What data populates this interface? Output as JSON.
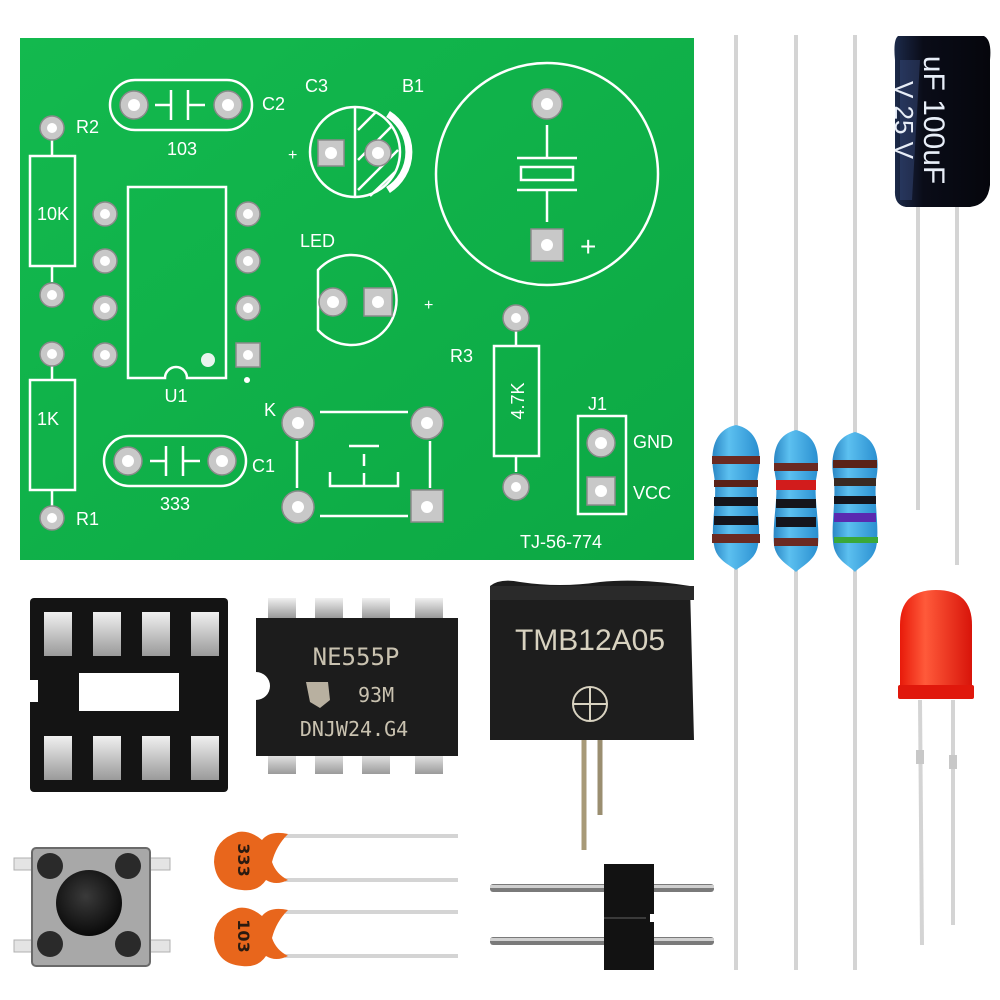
{
  "scene": {
    "description": "555 timer buzzer DIY electronic kit components",
    "background_color": "#ffffff"
  },
  "pcb": {
    "board_color": "#0fb34a",
    "silkscreen_color": "#ffffff",
    "board_code": "TJ-56-774",
    "labels": {
      "r2": "R2",
      "r2_value": "10K",
      "r1": "R1",
      "r1_value": "1K",
      "r3": "R3",
      "r3_value": "4.7K",
      "c2": "C2",
      "c2_value": "103",
      "c1": "C1",
      "c1_value": "333",
      "c3": "C3",
      "b1": "B1",
      "led": "LED",
      "u1": "U1",
      "k": "K",
      "j1": "J1",
      "gnd": "GND",
      "vcc": "VCC",
      "plus": "+"
    }
  },
  "components": {
    "electrolytic_capacitor": {
      "line1": "uF 100uF",
      "line2": "V 25 V",
      "color": "#0b0d1a"
    },
    "resistors": [
      {
        "name": "resistor-1",
        "bands": [
          "#6b2a22",
          "#5a2218",
          "#15151c",
          "#15151c",
          "#6b2a22"
        ]
      },
      {
        "name": "resistor-2",
        "bands": [
          "#6b2a22",
          "#d21c1c",
          "#15151c",
          "#15151c",
          "#6b2a22"
        ]
      },
      {
        "name": "resistor-3",
        "bands": [
          "#5a2218",
          "#3a2a22",
          "#15151c",
          "#5a2ab0",
          "#3aa83a"
        ]
      }
    ],
    "resistor_body_color": "#3aa3e0",
    "ic_socket": {
      "pins": 8
    },
    "ic_chip": {
      "line1": "NE555P",
      "line2": "93M",
      "line3": "DNJW24.G4"
    },
    "buzzer": {
      "model": "TMB12A05"
    },
    "led": {
      "color": "#ff2a14"
    },
    "tact_switch": {
      "type": "6x6 push button"
    },
    "ceramic_capacitors": [
      {
        "name": "ceramic-capacitor-333",
        "value": "333"
      },
      {
        "name": "ceramic-capacitor-103",
        "value": "103"
      }
    ],
    "ceramic_color": "#e8661c",
    "pin_header": {
      "pins": 2
    }
  }
}
